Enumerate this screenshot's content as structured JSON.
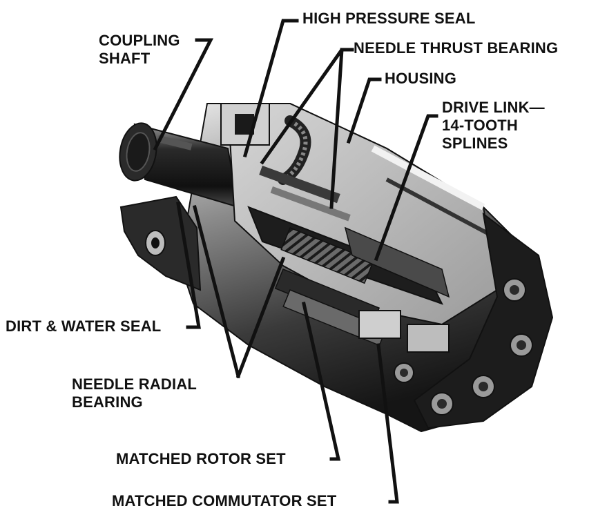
{
  "labels": {
    "coupling_shaft": [
      "COUPLING",
      "SHAFT"
    ],
    "high_pressure_seal": "HIGH PRESSURE SEAL",
    "needle_thrust_bearing": "NEEDLE THRUST BEARING",
    "housing": "HOUSING",
    "drive_link": [
      "DRIVE LINK—",
      "14-TOOTH",
      "SPLINES"
    ],
    "dirt_water_seal": "DIRT & WATER SEAL",
    "needle_radial_bearing": [
      "NEEDLE RADIAL",
      "BEARING"
    ],
    "matched_rotor_set": "MATCHED ROTOR SET",
    "matched_commutator_set": "MATCHED COMMUTATOR SET"
  },
  "colors": {
    "ink": "#111111",
    "metal_dark": "#1e1e1e",
    "metal_mid": "#5a5a5a",
    "metal_light": "#bdbdbd",
    "background": "#ffffff"
  }
}
